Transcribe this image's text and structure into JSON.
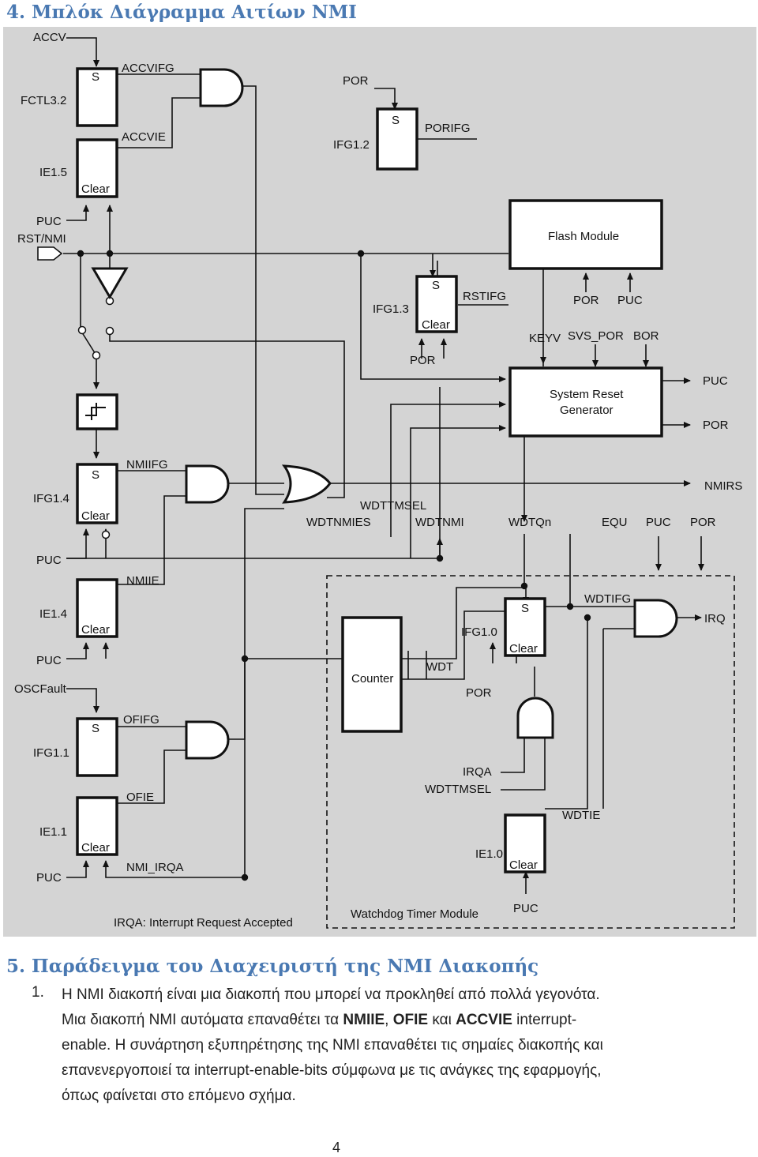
{
  "section4_title": "4. Μπλόκ Διάγραμμα Αιτίων NMI",
  "section5_title": "5. Παράδειγμα του Διαχειριστή της NMI Διακοπής",
  "diagram": {
    "left_labels": [
      "ACCV",
      "FCTL3.2",
      "IE1.5",
      "PUC",
      "RST/NMI",
      "IFG1.4",
      "PUC",
      "IE1.4",
      "PUC",
      "OSCFault",
      "IFG1.1",
      "IE1.1",
      "PUC"
    ],
    "signal_labels": [
      "ACCVIFG",
      "ACCVIE",
      "NMIIFG",
      "NMIIE",
      "OFIFG",
      "OFIE",
      "NMI_IRQA",
      "POR",
      "PORIFG",
      "IFG1.2",
      "RSTIFG",
      "IFG1.3",
      "POR",
      "KEYV",
      "SVS_POR",
      "BOR",
      "POR",
      "PUC",
      "PUC",
      "POR",
      "NMIRS",
      "WDTNMIES",
      "WDTTMSEL",
      "WDTNMI",
      "WDTQn",
      "EQU",
      "PUC",
      "POR",
      "WDTIFG",
      "IRQ",
      "WDT",
      "IFG1.0",
      "POR",
      "IRQA",
      "WDTTMSEL",
      "WDTIE",
      "IE1.0",
      "PUC"
    ],
    "block_labels": {
      "s": "S",
      "clear": "Clear"
    },
    "flash_module": "Flash Module",
    "system_reset_generator": [
      "System Reset",
      "Generator"
    ],
    "counter": "Counter",
    "irqa_note": "IRQA: Interrupt Request Accepted",
    "watchdog_label": "Watchdog Timer Module"
  },
  "list_item_number": "1.",
  "paragraph": {
    "line1": "Η NMI διακοπή είναι μια διακοπή που μπορεί να προκληθεί από πολλά γεγονότα.",
    "line2_pre": "Μια διακοπή NMI αυτόματα επαναθέτει τα ",
    "bold1": "NMIIE",
    "sep1": ", ",
    "bold2": "OFIE",
    "sep2": " και ",
    "bold3": "ACCVIE",
    "line2_post": " interrupt-",
    "line3": "enable. Η συνάρτηση εξυπηρέτησης της NMI επαναθέτει τις σημαίες διακοπής και",
    "line4": "επανενεργοποιεί τα interrupt-enable-bits σύμφωνα με τις ανάγκες της εφαρμογής,",
    "line5": "όπως φαίνεται στο επόμενο σχήμα."
  },
  "page_number": "4"
}
